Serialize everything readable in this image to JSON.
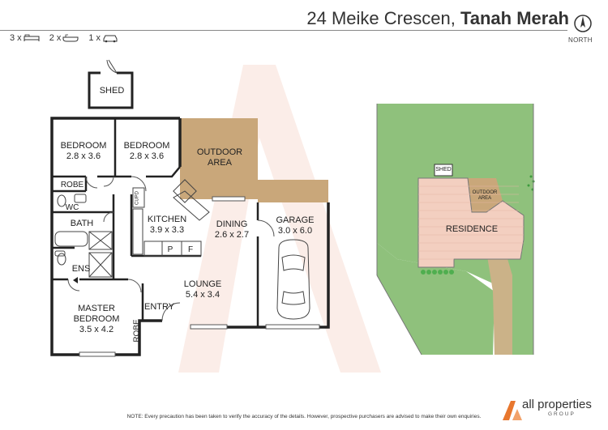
{
  "header": {
    "street": "24 Meike Crescen,",
    "suburb": "Tanah Merah",
    "north_label": "NORTH"
  },
  "features": [
    {
      "count": "3 x",
      "icon": "bed-icon"
    },
    {
      "count": "2 x",
      "icon": "bath-icon"
    },
    {
      "count": "1 x",
      "icon": "car-icon"
    }
  ],
  "rooms": {
    "shed": "SHED",
    "bedroom1": {
      "name": "BEDROOM",
      "size": "2.8 x 3.6"
    },
    "bedroom2": {
      "name": "BEDROOM",
      "size": "2.8 x 3.6"
    },
    "outdoor": {
      "line1": "OUTDOOR",
      "line2": "AREA"
    },
    "robe_top": "ROBE",
    "wc": "WC",
    "bath": "BATH",
    "ens": "ENS",
    "kitchen": {
      "name": "KITCHEN",
      "size": "3.9 x 3.3"
    },
    "cupd": "CUPD",
    "pantry_p": "P",
    "pantry_f": "F",
    "dining": {
      "name": "DINING",
      "size": "2.6 x 2.7"
    },
    "garage": {
      "name": "GARAGE",
      "size": "3.0 x 6.0"
    },
    "lounge": {
      "name": "LOUNGE",
      "size": "5.4 x 3.4"
    },
    "master": {
      "line1": "MASTER",
      "line2": "BEDROOM",
      "size": "3.5 x 4.2"
    },
    "entry": "ENTRY",
    "robe_side": "ROBE"
  },
  "site": {
    "shed": "SHED",
    "outdoor": {
      "line1": "OUTDOOR",
      "line2": "AREA"
    },
    "residence": "RESIDENCE"
  },
  "colors": {
    "outdoor": "#c9a77a",
    "lawn": "#8fc17c",
    "driveway": "#cbb288",
    "residence": "#f0c8b8",
    "hedge": "#5fb55f",
    "watermark": "#f6e0d8"
  },
  "footer": {
    "note": "NOTE: Every precaution has been taken to verify the accuracy of the details. However, prospective purchasers are advised to make their own enquiries.",
    "brand": "all properties",
    "brand_sub": "GROUP"
  }
}
